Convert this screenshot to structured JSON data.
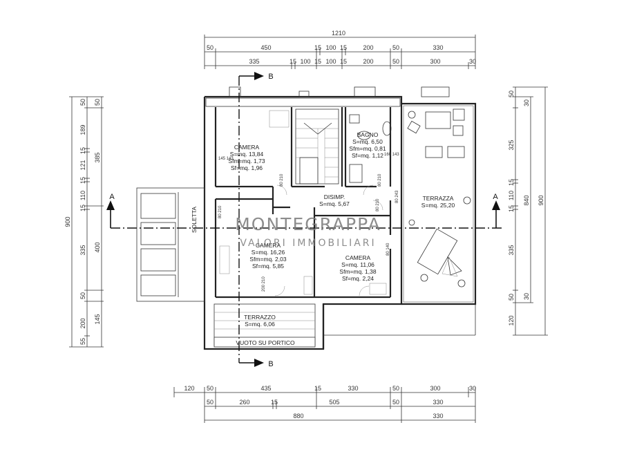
{
  "dims_top": {
    "overall": "1210",
    "row1": [
      "50",
      "450",
      "15",
      "100",
      "15",
      "200",
      "50",
      "330"
    ],
    "row2": [
      "335",
      "15",
      "100",
      "15",
      "100",
      "15",
      "200",
      "50",
      "300",
      "30"
    ]
  },
  "dims_bottom": {
    "row1": [
      "120",
      "50",
      "435",
      "15",
      "330",
      "50",
      "300",
      "30"
    ],
    "row2": [
      "50",
      "260",
      "15",
      "505",
      "50",
      "330"
    ],
    "row3": [
      "880",
      "330"
    ]
  },
  "dims_left": {
    "overall": "900",
    "outer": [
      "50",
      "189",
      "15",
      "121",
      "15",
      "110",
      "15",
      "335",
      "50",
      "200",
      "55"
    ],
    "inner": [
      "50",
      "385",
      "400",
      "145"
    ]
  },
  "dims_right": {
    "overall": "900",
    "outer": [
      "50",
      "30",
      "325",
      "15",
      "110",
      "15",
      "335",
      "30",
      "50",
      "120"
    ],
    "inner": [
      "840"
    ]
  },
  "sections": {
    "a_left": "A",
    "a_right": "A",
    "b_top": "B",
    "b_bottom": "B"
  },
  "rooms": {
    "camera1": {
      "name": "CAMERA",
      "s": "S=mq. 13,84",
      "sfm": "Sfm=mq. 1,73",
      "sf": "Sf=mq. 1,96"
    },
    "bagno": {
      "name": "BAGNO",
      "s": "S=mq. 6,50",
      "sfm": "Sfm=mq. 0,81",
      "sf": "Sf=mq. 1,12"
    },
    "terrazza_r": {
      "name": "TERRAZZA",
      "s": "S=mq. 25,20"
    },
    "disimp": {
      "name": "DISIMP.",
      "s": "S=mq. 5,67"
    },
    "camera2": {
      "name": "CAMERA",
      "s": "S=mq. 16,26",
      "sfm": "Sfm=mq. 2,03",
      "sf": "Sf=mq. 5,85"
    },
    "camera3": {
      "name": "CAMERA",
      "s": "S=mq. 11,06",
      "sfm": "Sfm=mq. 1,38",
      "sf": "Sf=mq. 2,24"
    },
    "terrazzo": {
      "name": "TERRAZZO",
      "s": "S=mq. 6,06"
    },
    "soletta": "SOLETTA",
    "vuoto": "VUOTO SU PORTICO"
  },
  "openings": [
    "145 143",
    "80 210",
    "80 210",
    "80 210",
    "80 243",
    "160 143",
    "80 210",
    "200 210",
    "80 140"
  ],
  "watermark": {
    "line1": "MONTEGRAPPA",
    "line2": "VALORI IMMOBILIARI"
  }
}
